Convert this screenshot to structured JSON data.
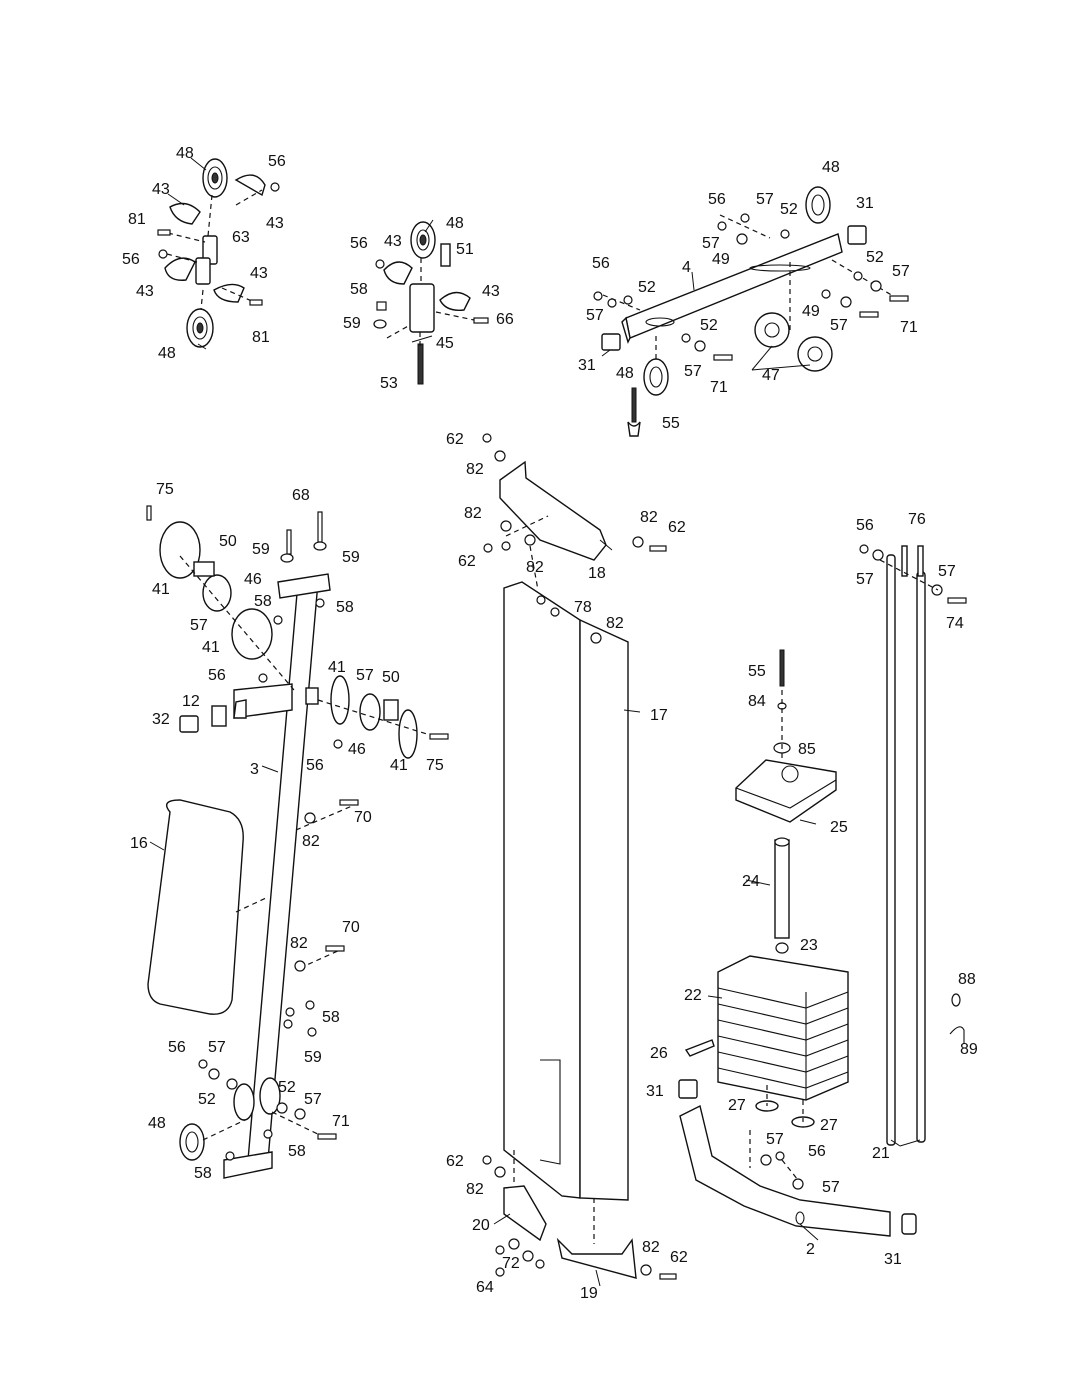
{
  "labels": [
    {
      "id": "l1",
      "text": "48"
    },
    {
      "id": "l2",
      "text": "56"
    },
    {
      "id": "l3",
      "text": "43"
    },
    {
      "id": "l4",
      "text": "43"
    },
    {
      "id": "l5",
      "text": "81"
    },
    {
      "id": "l6",
      "text": "63"
    },
    {
      "id": "l7",
      "text": "56"
    },
    {
      "id": "l8",
      "text": "43"
    },
    {
      "id": "l9",
      "text": "43"
    },
    {
      "id": "l10",
      "text": "81"
    },
    {
      "id": "l11",
      "text": "48"
    },
    {
      "id": "l12",
      "text": "48"
    },
    {
      "id": "l13",
      "text": "56"
    },
    {
      "id": "l14",
      "text": "43"
    },
    {
      "id": "l15",
      "text": "51"
    },
    {
      "id": "l16",
      "text": "58"
    },
    {
      "id": "l17",
      "text": "43"
    },
    {
      "id": "l18",
      "text": "59"
    },
    {
      "id": "l19",
      "text": "66"
    },
    {
      "id": "l20",
      "text": "45"
    },
    {
      "id": "l21",
      "text": "53"
    },
    {
      "id": "l22",
      "text": "48"
    },
    {
      "id": "l23",
      "text": "56"
    },
    {
      "id": "l24",
      "text": "57"
    },
    {
      "id": "l25",
      "text": "52"
    },
    {
      "id": "l26",
      "text": "31"
    },
    {
      "id": "l27",
      "text": "57"
    },
    {
      "id": "l28",
      "text": "49"
    },
    {
      "id": "l29",
      "text": "52"
    },
    {
      "id": "l30",
      "text": "57"
    },
    {
      "id": "l31",
      "text": "56"
    },
    {
      "id": "l32",
      "text": "4"
    },
    {
      "id": "l33",
      "text": "52"
    },
    {
      "id": "l34",
      "text": "57"
    },
    {
      "id": "l35",
      "text": "49"
    },
    {
      "id": "l36",
      "text": "57"
    },
    {
      "id": "l37",
      "text": "71"
    },
    {
      "id": "l38",
      "text": "52"
    },
    {
      "id": "l39",
      "text": "31"
    },
    {
      "id": "l40",
      "text": "48"
    },
    {
      "id": "l41",
      "text": "57"
    },
    {
      "id": "l42",
      "text": "71"
    },
    {
      "id": "l43",
      "text": "47"
    },
    {
      "id": "l44",
      "text": "55"
    },
    {
      "id": "l45",
      "text": "62"
    },
    {
      "id": "l46",
      "text": "82"
    },
    {
      "id": "l47",
      "text": "82"
    },
    {
      "id": "l48",
      "text": "82"
    },
    {
      "id": "l49",
      "text": "62"
    },
    {
      "id": "l50",
      "text": "62"
    },
    {
      "id": "l51",
      "text": "18"
    },
    {
      "id": "l52",
      "text": "82"
    },
    {
      "id": "l53",
      "text": "78"
    },
    {
      "id": "l54",
      "text": "82"
    },
    {
      "id": "l55",
      "text": "17"
    },
    {
      "id": "l56",
      "text": "75"
    },
    {
      "id": "l57",
      "text": "68"
    },
    {
      "id": "l58",
      "text": "50"
    },
    {
      "id": "l59",
      "text": "59"
    },
    {
      "id": "l60",
      "text": "59"
    },
    {
      "id": "l61",
      "text": "41"
    },
    {
      "id": "l62",
      "text": "46"
    },
    {
      "id": "l63",
      "text": "58"
    },
    {
      "id": "l64",
      "text": "58"
    },
    {
      "id": "l65",
      "text": "57"
    },
    {
      "id": "l66",
      "text": "41"
    },
    {
      "id": "l67",
      "text": "56"
    },
    {
      "id": "l68",
      "text": "41"
    },
    {
      "id": "l69",
      "text": "57"
    },
    {
      "id": "l70",
      "text": "50"
    },
    {
      "id": "l71",
      "text": "12"
    },
    {
      "id": "l72",
      "text": "32"
    },
    {
      "id": "l73",
      "text": "3"
    },
    {
      "id": "l74",
      "text": "56"
    },
    {
      "id": "l75",
      "text": "46"
    },
    {
      "id": "l76",
      "text": "41"
    },
    {
      "id": "l77",
      "text": "75"
    },
    {
      "id": "l78",
      "text": "70"
    },
    {
      "id": "l79",
      "text": "16"
    },
    {
      "id": "l80",
      "text": "82"
    },
    {
      "id": "l81",
      "text": "70"
    },
    {
      "id": "l82",
      "text": "82"
    },
    {
      "id": "l83",
      "text": "58"
    },
    {
      "id": "l84",
      "text": "56"
    },
    {
      "id": "l85",
      "text": "57"
    },
    {
      "id": "l86",
      "text": "59"
    },
    {
      "id": "l87",
      "text": "52"
    },
    {
      "id": "l88",
      "text": "52"
    },
    {
      "id": "l89",
      "text": "57"
    },
    {
      "id": "l90",
      "text": "48"
    },
    {
      "id": "l91",
      "text": "71"
    },
    {
      "id": "l92",
      "text": "58"
    },
    {
      "id": "l93",
      "text": "58"
    },
    {
      "id": "l94",
      "text": "62"
    },
    {
      "id": "l95",
      "text": "82"
    },
    {
      "id": "l96",
      "text": "20"
    },
    {
      "id": "l97",
      "text": "72"
    },
    {
      "id": "l98",
      "text": "64"
    },
    {
      "id": "l99",
      "text": "19"
    },
    {
      "id": "l100",
      "text": "82"
    },
    {
      "id": "l101",
      "text": "62"
    },
    {
      "id": "l102",
      "text": "56"
    },
    {
      "id": "l103",
      "text": "76"
    },
    {
      "id": "l104",
      "text": "57"
    },
    {
      "id": "l105",
      "text": "57"
    },
    {
      "id": "l106",
      "text": "74"
    },
    {
      "id": "l107",
      "text": "55"
    },
    {
      "id": "l108",
      "text": "84"
    },
    {
      "id": "l109",
      "text": "85"
    },
    {
      "id": "l110",
      "text": "25"
    },
    {
      "id": "l111",
      "text": "24"
    },
    {
      "id": "l112",
      "text": "23"
    },
    {
      "id": "l113",
      "text": "22"
    },
    {
      "id": "l114",
      "text": "88"
    },
    {
      "id": "l115",
      "text": "26"
    },
    {
      "id": "l116",
      "text": "89"
    },
    {
      "id": "l117",
      "text": "31"
    },
    {
      "id": "l118",
      "text": "27"
    },
    {
      "id": "l119",
      "text": "27"
    },
    {
      "id": "l120",
      "text": "57"
    },
    {
      "id": "l121",
      "text": "56"
    },
    {
      "id": "l122",
      "text": "57"
    },
    {
      "id": "l123",
      "text": "21"
    },
    {
      "id": "l124",
      "text": "2"
    },
    {
      "id": "l125",
      "text": "31"
    }
  ]
}
